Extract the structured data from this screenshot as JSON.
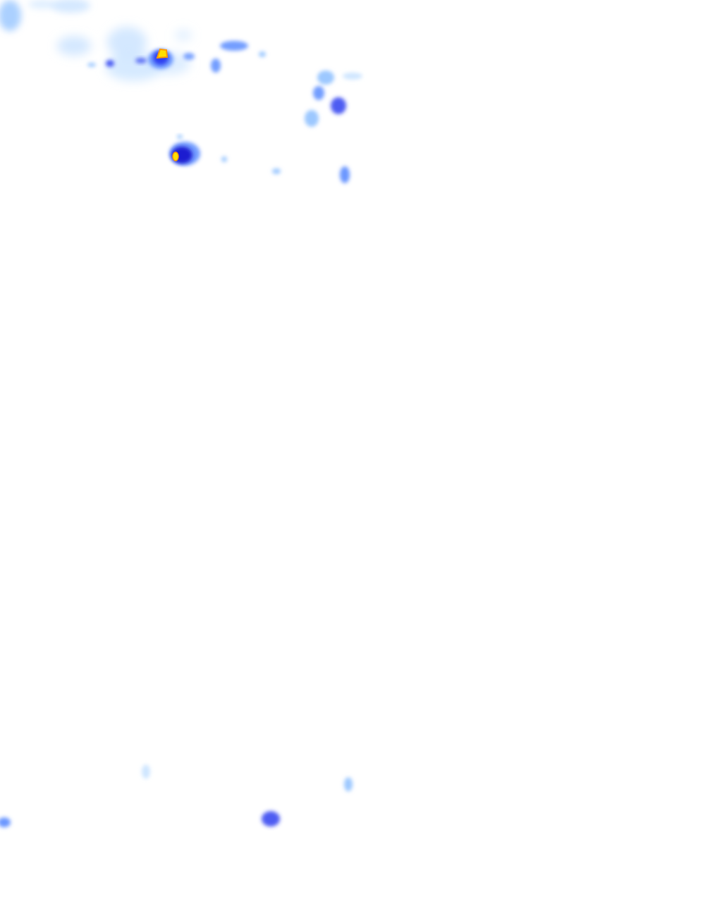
{
  "overlay": {
    "kind": "precipitation-radar-tile",
    "background": "#ffffff",
    "palette": {
      "very_light": "#cfe6ff",
      "light": "#9cc8ff",
      "medium": "#5b8cff",
      "heavy": "#2f3ff0",
      "intense": "#1f1fd0",
      "extreme_outline": "#ff9a00",
      "extreme_core": "#ffe000"
    },
    "intensity_levels": [
      "very_light",
      "light",
      "medium",
      "heavy",
      "intense",
      "extreme"
    ]
  }
}
